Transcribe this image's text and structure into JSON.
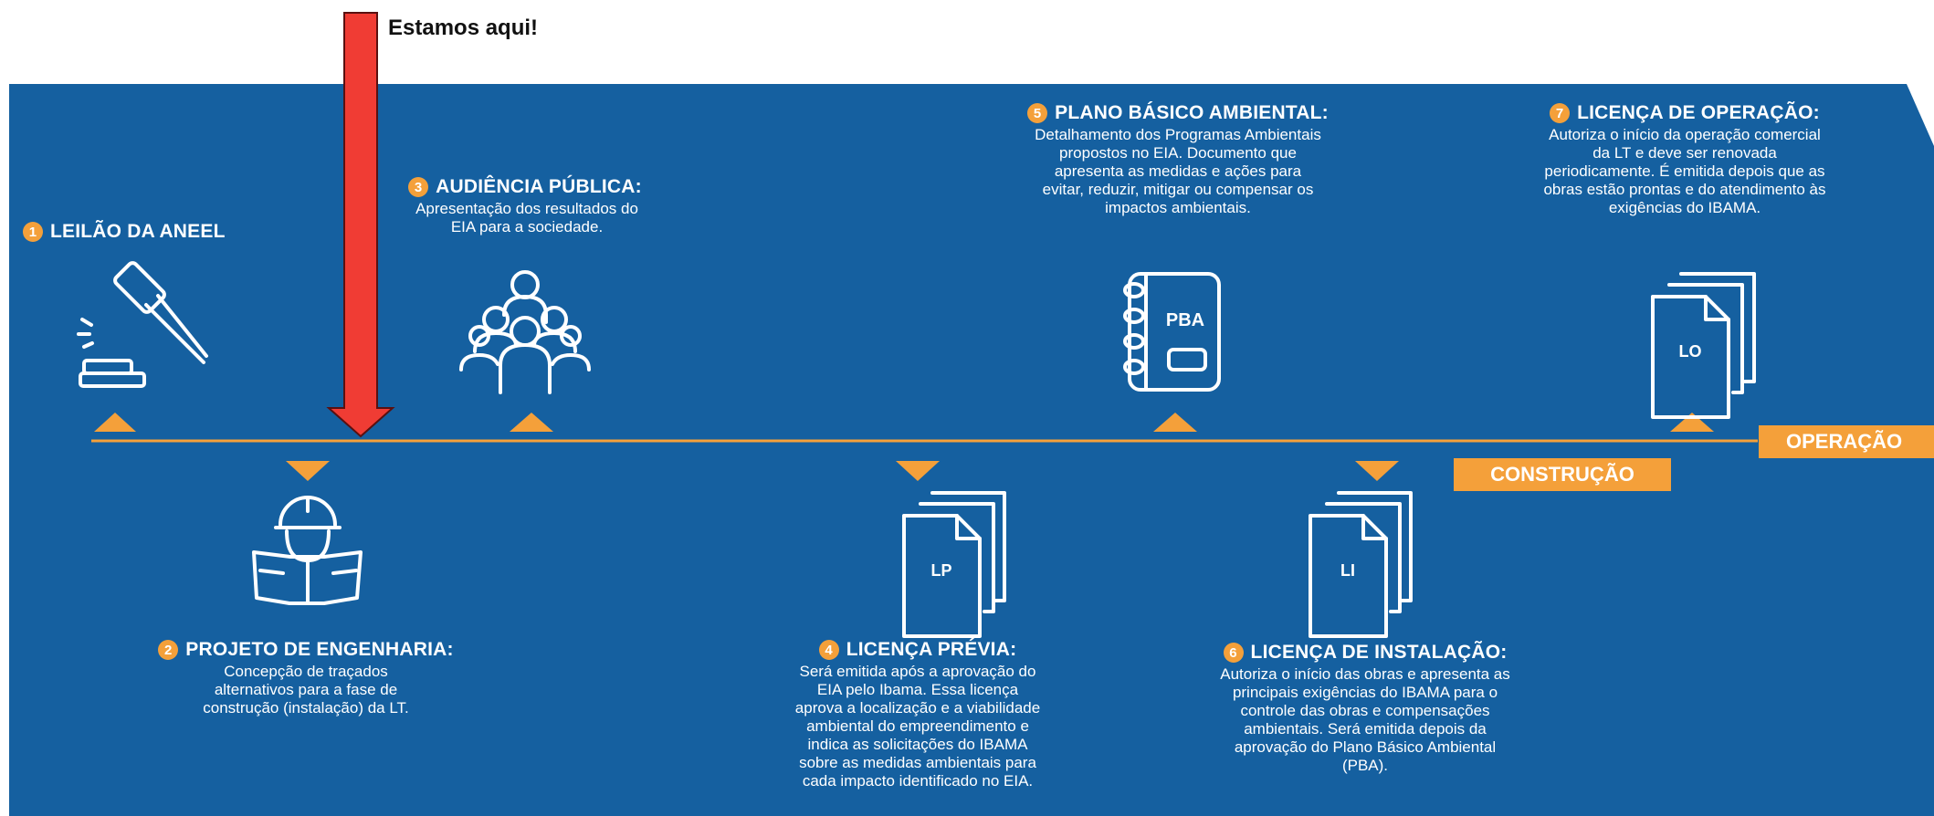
{
  "annotation": "Estamos aqui!",
  "phases": {
    "construction": "CONSTRUÇÃO",
    "operation": "OPERAÇÃO"
  },
  "steps": [
    {
      "number": "1",
      "title": "LEILÃO DA ANEEL",
      "description": ""
    },
    {
      "number": "2",
      "title": "PROJETO DE ENGENHARIA:",
      "description": "Concepção de traçados alternativos para a fase de construção (instalação) da LT."
    },
    {
      "number": "3",
      "title": "AUDIÊNCIA PÚBLICA:",
      "description": "Apresentação dos resultados do EIA para a sociedade."
    },
    {
      "number": "4",
      "title": "LICENÇA PRÉVIA:",
      "description": "Será emitida após a aprovação do EIA pelo Ibama. Essa licença aprova a localização e a viabilidade ambiental do empreendimento e indica as solicitações do IBAMA sobre as medidas ambientais para cada impacto identificado no EIA."
    },
    {
      "number": "5",
      "title": "PLANO BÁSICO AMBIENTAL:",
      "description": "Detalhamento dos Programas Ambientais propostos no EIA. Documento que apresenta as medidas e ações para evitar, reduzir, mitigar ou compensar os impactos ambientais."
    },
    {
      "number": "6",
      "title": "LICENÇA DE INSTALAÇÃO:",
      "description": "Autoriza o início das obras e apresenta as principais exigências do IBAMA para o controle das obras e compensações ambientais. Será emitida depois da aprovação do Plano Básico Ambiental (PBA)."
    },
    {
      "number": "7",
      "title": "LICENÇA DE OPERAÇÃO:",
      "description": "Autoriza o início da operação comercial da LT e deve ser renovada periodicamente. É emitida depois que as obras estão prontas e do atendimento às exigências do IBAMA."
    }
  ],
  "icons": {
    "lp": "LP",
    "pba": "PBA",
    "li": "LI",
    "lo": "LO"
  },
  "colors": {
    "panel": "#1560a0",
    "accent": "#f4a03a",
    "arrow": "#f03c34",
    "text": "#ffffff"
  }
}
